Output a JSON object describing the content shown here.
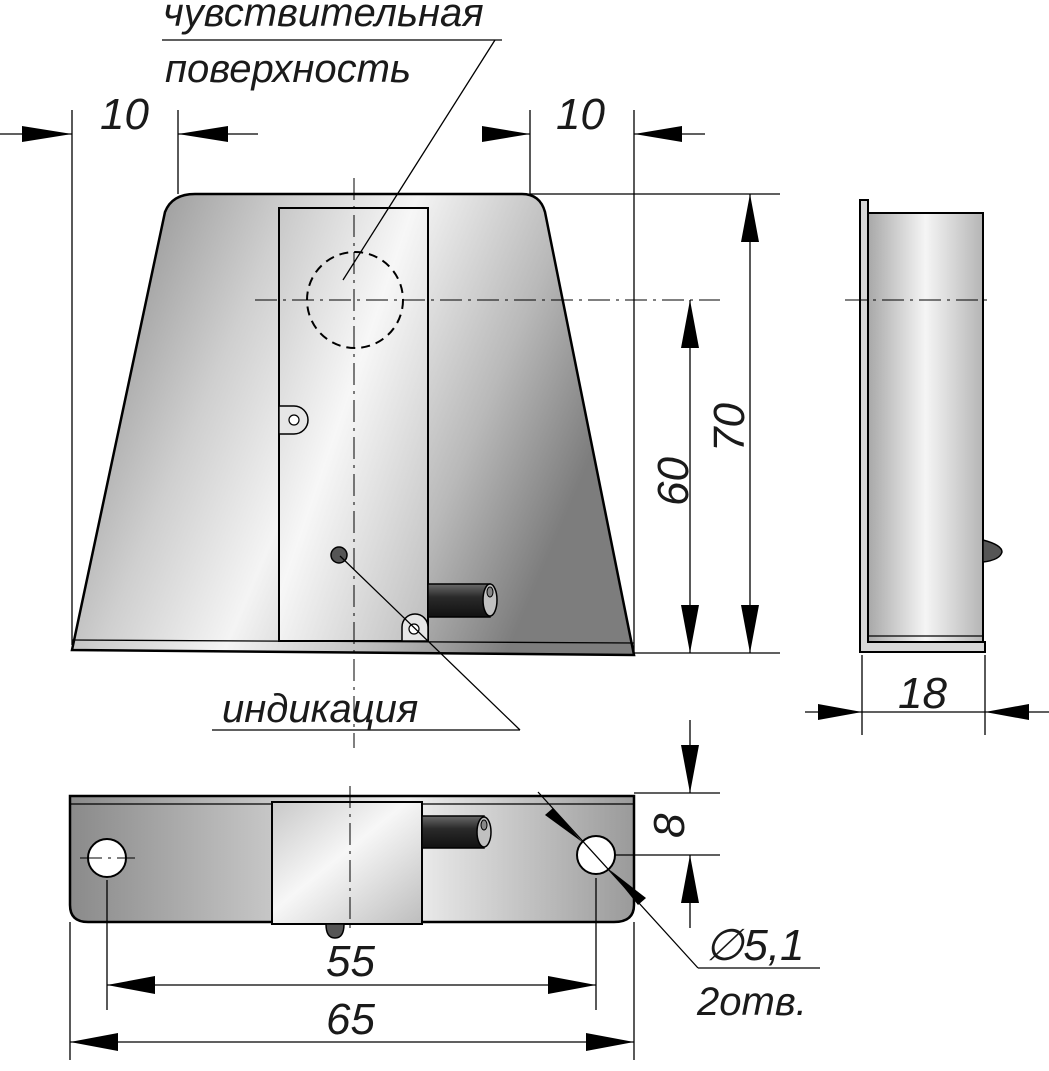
{
  "labels": {
    "sensitive_line1": "чувствительная",
    "sensitive_line2": "поверхность",
    "indication": "индикация",
    "hole_diameter": "∅5,1",
    "hole_count": "2отв."
  },
  "dimensions": {
    "left_offset": "10",
    "right_offset": "10",
    "height_total": "70",
    "height_axis": "60",
    "depth": "18",
    "mount_offset": "8",
    "hole_spacing": "55",
    "width_total": "65"
  },
  "colors": {
    "housing_dark": "#8c8c8c",
    "housing_light": "#f2f2f2",
    "module_face": "#dcdcdc",
    "cable": "#3a3a3a",
    "lines": "#000000"
  }
}
